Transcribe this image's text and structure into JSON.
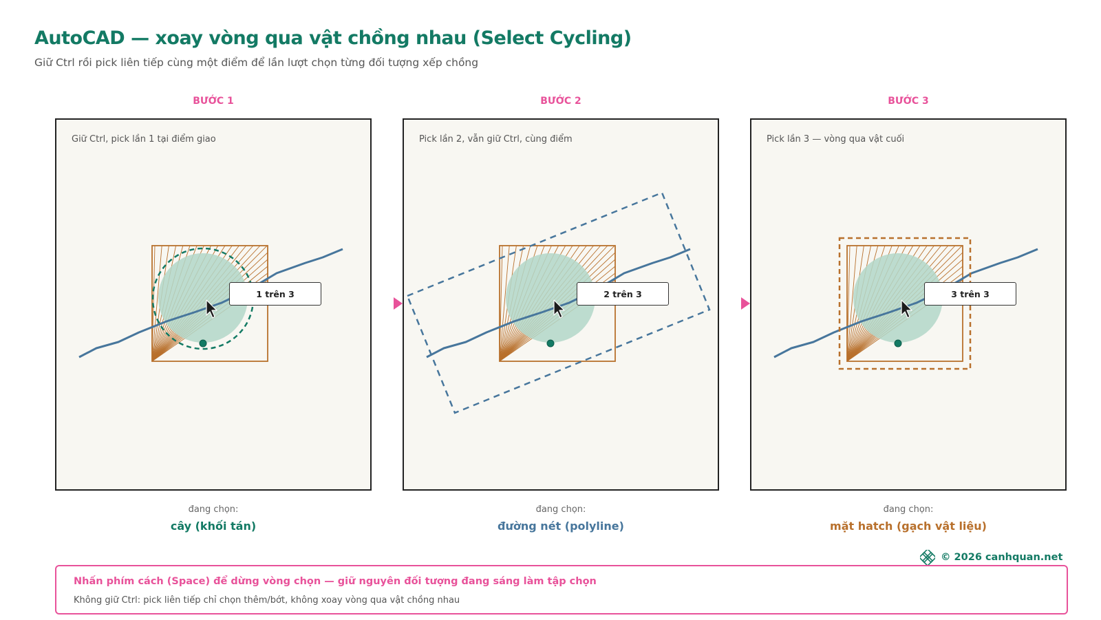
{
  "header": {
    "title": "AutoCAD — xoay vòng qua vật chồng nhau (Select Cycling)",
    "subtitle": "Giữ Ctrl rồi pick liên tiếp cùng một điểm để lần lượt chọn từng đối tượng xếp chồng"
  },
  "selection_label": "đang chọn:",
  "steps": [
    {
      "label": "BƯỚC 1",
      "caption": "Giữ Ctrl, pick lần 1 tại điểm giao",
      "badge": "1 trên 3",
      "selected": "cây (khối tán)",
      "selected_color": "#137a64",
      "highlight": "tree"
    },
    {
      "label": "BƯỚC 2",
      "caption": "Pick lần 2, vẫn giữ Ctrl, cùng điểm",
      "badge": "2 trên 3",
      "selected": "đường nét (polyline)",
      "selected_color": "#47769c",
      "highlight": "polyline"
    },
    {
      "label": "BƯỚC 3",
      "caption": "Pick lần 3 — vòng qua vật cuối",
      "badge": "3 trên 3",
      "selected": "mặt hatch (gạch vật liệu)",
      "selected_color": "#b8702c",
      "highlight": "hatch"
    }
  ],
  "footer": {
    "copyright": "© 2026 canhquan.net",
    "note_title": "Nhấn phím cách (Space) để dừng vòng chọn — giữ nguyên đối tượng đang sáng làm tập chọn",
    "note_sub": "Không giữ Ctrl: pick liên tiếp chỉ chọn thêm/bớt, không xoay vòng qua vật chồng nhau"
  },
  "colors": {
    "accent_pink": "#e8529a",
    "tree_fill": "#b3d7c9",
    "tree_green": "#137a64",
    "polyline_blue": "#47769c",
    "hatch_brown": "#b8702c",
    "panel_bg": "#f8f7f2"
  },
  "icons": [
    "cursor-arrow-icon",
    "step-arrow-icon",
    "logo-icon"
  ]
}
